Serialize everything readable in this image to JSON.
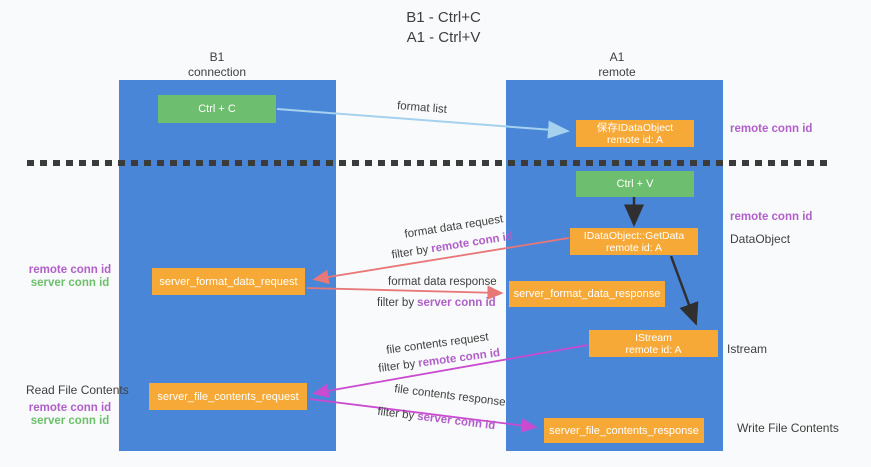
{
  "title": {
    "line1": "B1 - Ctrl+C",
    "line2": "A1 - Ctrl+V"
  },
  "columns": {
    "left": {
      "name": "B1",
      "role": "connection"
    },
    "right": {
      "name": "A1",
      "role": "remote"
    }
  },
  "boxes": {
    "ctrl_c": "Ctrl + C",
    "ctrl_v": "Ctrl + V",
    "save_dataobject": {
      "line1": "保存IDataObject",
      "line2": "remote id: A"
    },
    "getdata": {
      "line1": "IDataObject::GetData",
      "line2": "remote id: A"
    },
    "istream": {
      "line1": "IStream",
      "line2": "remote id: A"
    },
    "format_request": "server_format_data_request",
    "format_response": "server_format_data_response",
    "file_request": "server_file_contents_request",
    "file_response": "server_file_contents_response"
  },
  "arrow_labels": {
    "format_list": "format list",
    "format_data_request": "format data request",
    "format_data_response": "format data response",
    "file_contents_request": "file contents request",
    "file_contents_response": "file contents response",
    "filter_by": "filter by",
    "remote_conn_id": "remote conn id",
    "server_conn_id": "server conn id"
  },
  "side_labels": {
    "remote_conn_id": "remote conn id",
    "server_conn_id": "server conn id",
    "dataobject": "DataObject",
    "istream": "Istream",
    "read_file_contents": "Read File Contents",
    "write_file_contents": "Write File Contents"
  },
  "colors": {
    "lane_blue": "#4a86d8",
    "box_orange": "#f7a937",
    "box_green": "#6dbe6e",
    "accent_purple": "#b05fc9",
    "accent_green": "#6cbf6c",
    "arrow_red": "#e87777",
    "arrow_magenta": "#cb4bd0",
    "arrow_light_blue": "#a5d1ef",
    "arrow_black": "#2f2f2f",
    "text_dark": "#3f3f3f"
  }
}
